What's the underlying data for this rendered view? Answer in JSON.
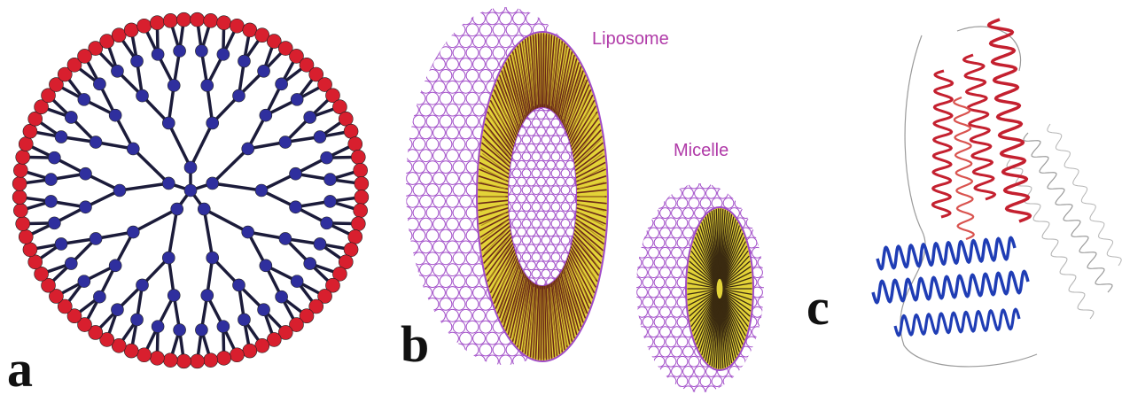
{
  "figure": {
    "panels": [
      {
        "letter": "a",
        "subject": "dendrimer"
      },
      {
        "letter": "b",
        "subject": "vesicles",
        "labels": [
          "Liposome",
          "Micelle"
        ]
      },
      {
        "letter": "c",
        "subject": "protein"
      }
    ]
  },
  "colors": {
    "background": "#ffffff",
    "dendrimer_terminal": "#d81f2e",
    "dendrimer_branch": "#2f2f9e",
    "dendrimer_bond": "#1b1b3a",
    "lipid_head": "#a04bc8",
    "lipid_tail": "#e3d338",
    "lipid_tail_dark": "#6b2a18",
    "label_text": "#b03aa8",
    "helix_red": "#c4202f",
    "helix_blue": "#1f3db5",
    "coil_gray": "#9a9a9a",
    "letter": "#111111"
  }
}
